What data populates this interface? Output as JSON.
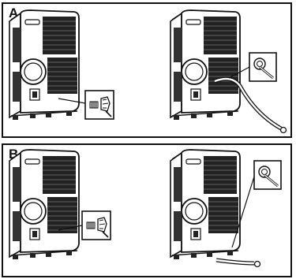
{
  "panels": [
    {
      "label": "A",
      "description_key": "drain-hose-attached-near-unit"
    },
    {
      "label": "B",
      "description_key": "drain-hose-extended-far"
    }
  ],
  "icons": {
    "plug": "drain-plug-icon",
    "cap": "drain-cap-icon"
  }
}
